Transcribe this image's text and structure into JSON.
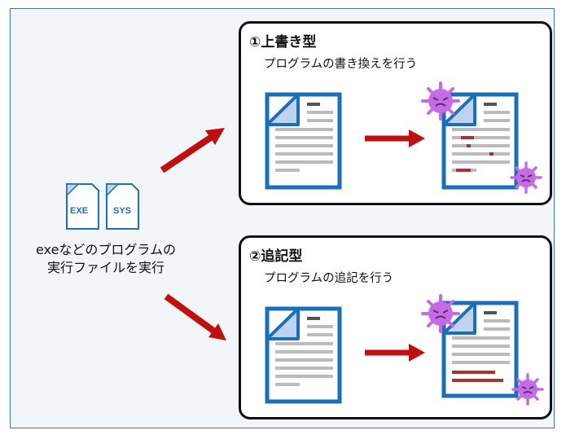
{
  "icons": [
    {
      "label": "EXE",
      "icon": "exe-file-icon"
    },
    {
      "label": "SYS",
      "icon": "sys-file-icon"
    }
  ],
  "left_caption": {
    "line1": "exeなどのプログラムの",
    "line2": "実行ファイルを実行"
  },
  "panels": [
    {
      "title": "①上書き型",
      "subtitle": "プログラムの書き換えを行う"
    },
    {
      "title": "②追記型",
      "subtitle": "プログラムの追記を行う"
    }
  ],
  "colors": {
    "arrow": "#c00f0f",
    "file_border": "#1a6fb8",
    "file_fold": "#bed3ee",
    "text_lines": "#bbbbbb",
    "infected_lines": "#a83232",
    "virus": "#c56be6"
  }
}
